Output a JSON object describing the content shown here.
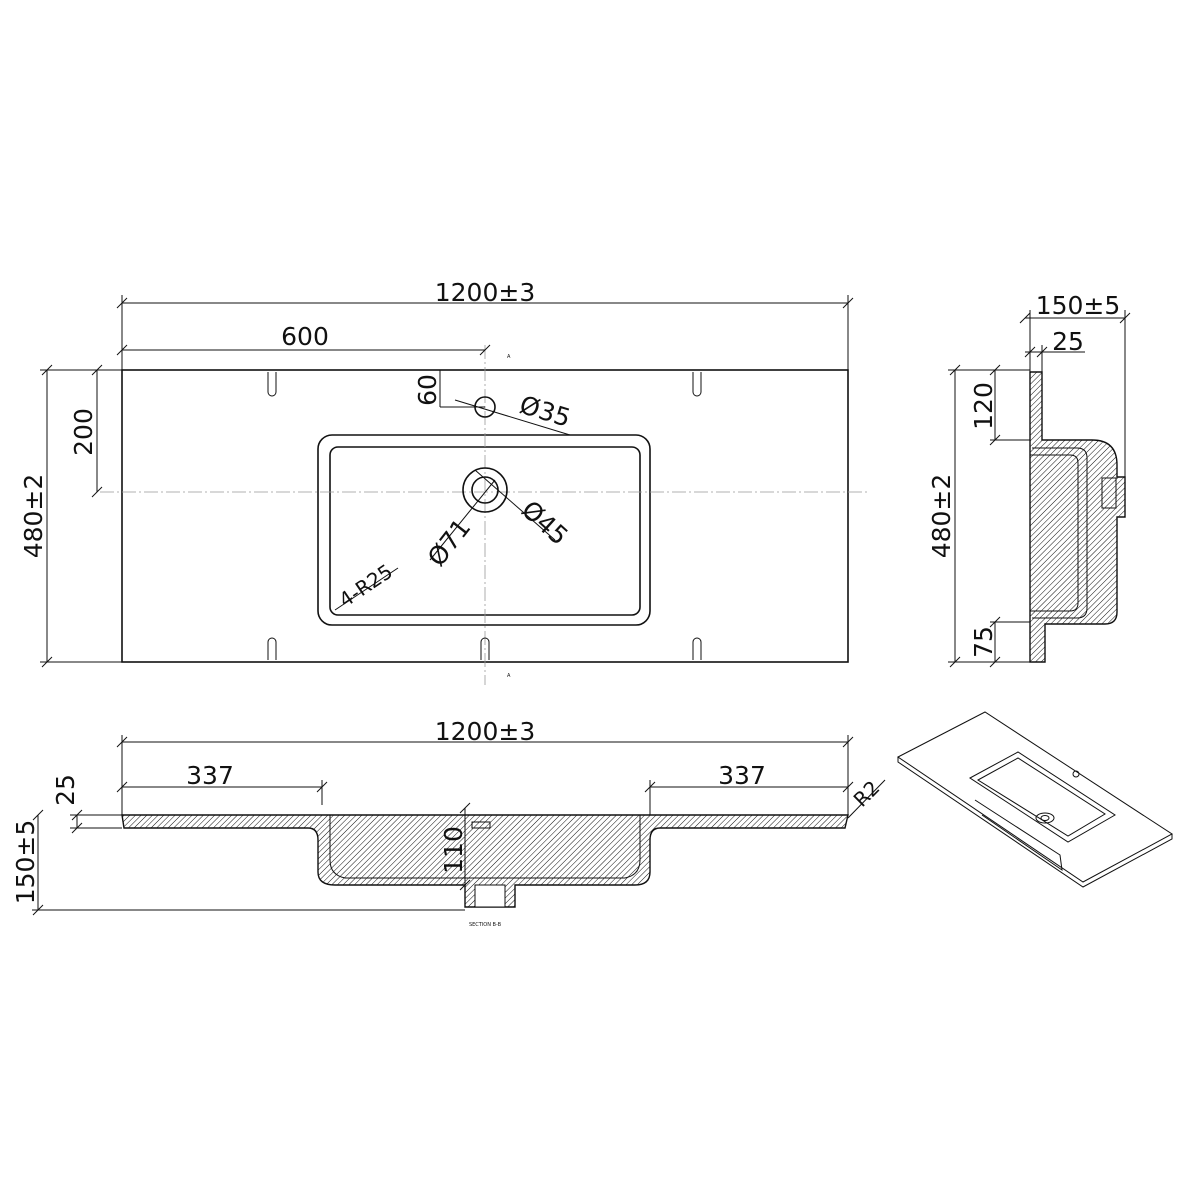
{
  "plan_view": {
    "overall_width": "1200±3",
    "tap_offset": "600",
    "overall_depth": "480±2",
    "drain_offset": "200",
    "tap_hole_setback": "60",
    "tap_hole_dia": "Ø35",
    "drain_outer_dia": "Ø71",
    "drain_inner_dia": "Ø45",
    "corner_radius": "4-R25",
    "section_mark_top": "A",
    "section_mark_bottom": "A"
  },
  "side_view": {
    "overall_height": "150±5",
    "slab_thickness": "25",
    "back_ledge": "120",
    "front_ledge": "75",
    "overall_depth": "480±2"
  },
  "section_view": {
    "overall_width": "1200±3",
    "left_ledge": "337",
    "right_ledge": "337",
    "edge_radius": "R2",
    "slab_thickness": "25",
    "overall_height": "150±5",
    "bowl_depth": "110",
    "caption": "SECTION B-B"
  }
}
